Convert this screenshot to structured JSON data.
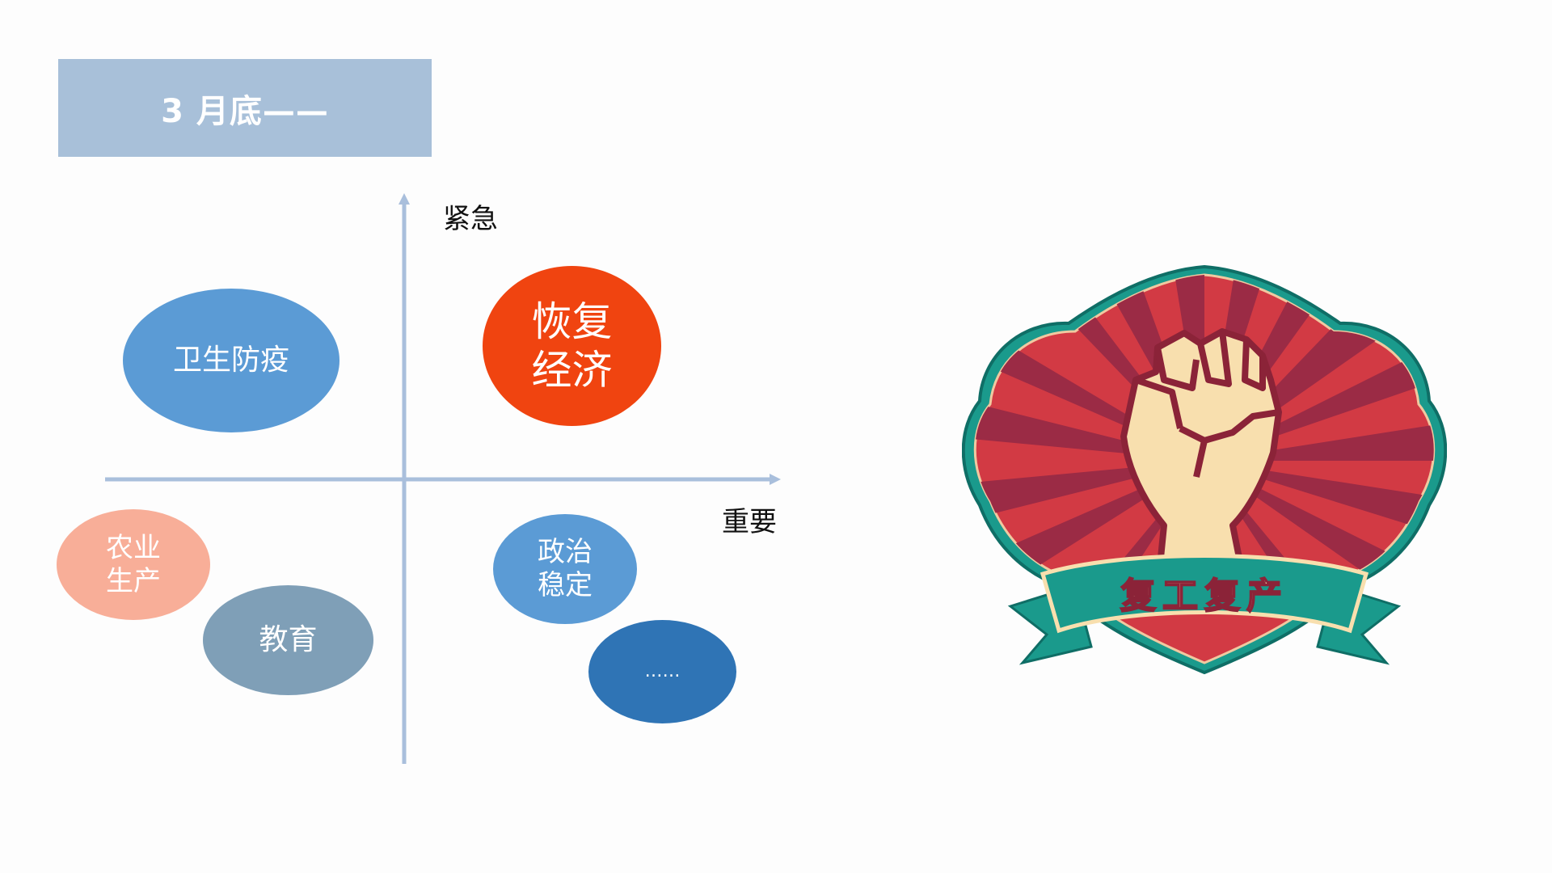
{
  "title": "3 月底——",
  "axes": {
    "y_label": "紧急",
    "x_label": "重要",
    "color": "#a9bfdc"
  },
  "bubbles": [
    {
      "id": "health",
      "label": "卫生防疫",
      "color": "#5b9bd5"
    },
    {
      "id": "economy",
      "label": "恢复\n经济",
      "color": "#f04410"
    },
    {
      "id": "agriculture",
      "label": "农业\n生产",
      "color": "#f8ae98"
    },
    {
      "id": "education",
      "label": "教育",
      "color": "#7f9fb7"
    },
    {
      "id": "politics",
      "label": "政治\n稳定",
      "color": "#5b9bd5"
    },
    {
      "id": "more",
      "label": "……",
      "color": "#2f74b5"
    }
  ],
  "emblem": {
    "banner_text": "复工复产",
    "colors": {
      "teal": "#1a9a8c",
      "red": "#d23a44",
      "dark_red": "#9b2b45",
      "fist": "#f8dfae",
      "outline": "#8b2338"
    }
  }
}
